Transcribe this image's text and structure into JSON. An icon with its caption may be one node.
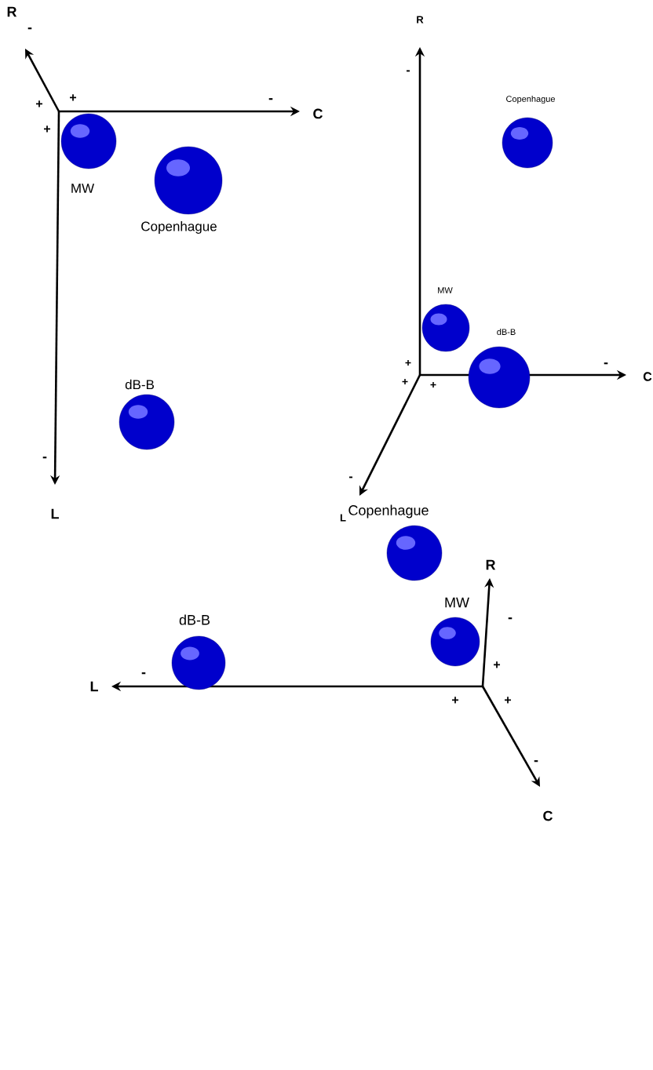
{
  "diagram": {
    "nodes": [
      {
        "text": [
          "MW"
        ]
      },
      {
        "text": [
          "Copenhague"
        ]
      },
      {
        "text": [
          "dB-B"
        ]
      },
      {
        "text": [
          "Copenhague"
        ]
      },
      {
        "text": [
          "MW"
        ]
      },
      {
        "text": [
          "dB-B"
        ]
      },
      {
        "text": [
          "Copenhague"
        ]
      },
      {
        "text": [
          "MW"
        ]
      },
      {
        "text": [
          "dB-B"
        ]
      }
    ],
    "labels": [
      "R",
      "-",
      "+",
      "+",
      "-",
      "C",
      "+",
      "-",
      "L",
      "R",
      "-",
      "+",
      "+",
      "+",
      "-",
      "C",
      "-",
      "L",
      "R",
      "-",
      "+",
      "+",
      "+",
      "-",
      "L",
      "-",
      "C"
    ],
    "edges": []
  }
}
